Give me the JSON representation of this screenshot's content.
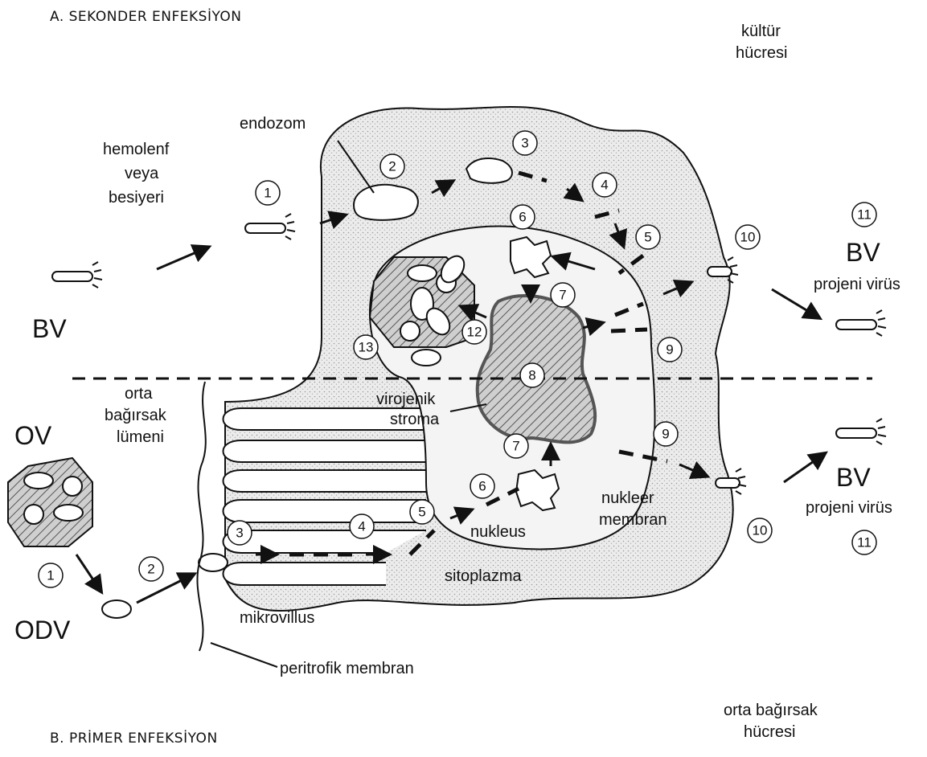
{
  "sections": {
    "secondary": "A. SEKONDER ENFEKSİYON",
    "primary": "B. PRİMER ENFEKSİYON"
  },
  "labels": {
    "kultur_hucresi_1": "kültür",
    "kultur_hucresi_2": "hücresi",
    "hemolenf_1": "hemolenf",
    "hemolenf_2": "veya",
    "hemolenf_3": "besiyeri",
    "endozom": "endozom",
    "bv_left": "BV",
    "bv_top_right": "BV",
    "bv_bottom_right": "BV",
    "projeni_top": "projeni virüs",
    "projeni_bottom": "projeni virüs",
    "virojenik_1": "virojenik",
    "virojenik_2": "stroma",
    "orta_lumen_1": "orta",
    "orta_lumen_2": "bağırsak",
    "orta_lumen_3": "lümeni",
    "ov": "OV",
    "odv": "ODV",
    "mikrovillus": "mikrovillus",
    "peritrofik": "peritrofik membran",
    "nukleus": "nukleus",
    "sitoplazma": "sitoplazma",
    "nukleer_1": "nukleer",
    "nukleer_2": "membran",
    "orta_hucre_1": "orta bağırsak",
    "orta_hucre_2": "hücresi"
  },
  "steps": {
    "s1_top": "1",
    "s2_top": "2",
    "s3_top": "3",
    "s4_top": "4",
    "s5_top": "5",
    "s6_top": "6",
    "s7_top": "7",
    "s8": "8",
    "s9_top": "9",
    "s10_top": "10",
    "s11_top": "11",
    "s12": "12",
    "s13": "13",
    "s1_bot": "1",
    "s2_bot": "2",
    "s3_bot": "3",
    "s4_bot": "4",
    "s5_bot": "5",
    "s6_bot": "6",
    "s7_bot": "7",
    "s9_bot": "9",
    "s10_bot": "10",
    "s11_bot": "11"
  },
  "colors": {
    "ink": "#111111",
    "stipple": "#bdbdbd",
    "hatch": "#9a9a9a"
  }
}
